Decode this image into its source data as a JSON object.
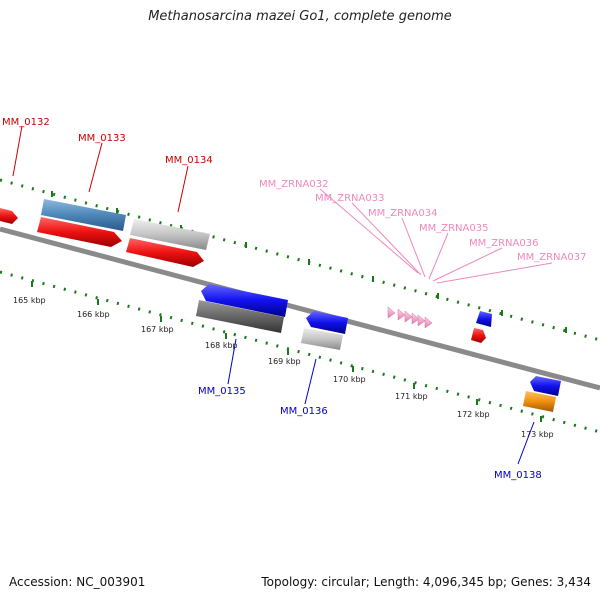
{
  "header": {
    "title": "Methanosarcina mazei Go1, complete genome"
  },
  "footer": {
    "accession": "Accession: NC_003901",
    "summary": "Topology: circular; Length: 4,096,345 bp; Genes: 3,434"
  },
  "colors": {
    "backbone": "#8a8a8a",
    "tick_green": "#1a7a1a",
    "label_red": "#cc0000",
    "label_blue": "#0000cc",
    "label_pink": "#ee88bb",
    "gene_red": "#ee1111",
    "gene_steelblue": "#4d86b8",
    "gene_silver": "#bdbdbd",
    "gene_blue": "#1111ee",
    "gene_darkgray": "#6a6a6a",
    "gene_orange": "#f09010",
    "rna_pink": "#f0a0c8"
  },
  "scale_labels": [
    "165 kbp",
    "166 kbp",
    "167 kbp",
    "168 kbp",
    "169 kbp",
    "170 kbp",
    "171 kbp",
    "172 kbp",
    "173 kbp"
  ],
  "gene_labels_top": [
    "MM_0132",
    "MM_0133",
    "MM_0134"
  ],
  "rna_labels": [
    "MM_ZRNA032",
    "MM_ZRNA033",
    "MM_ZRNA034",
    "MM_ZRNA035",
    "MM_ZRNA036",
    "MM_ZRNA037"
  ],
  "gene_labels_bottom": [
    "MM_0135",
    "MM_0136",
    "MM_0138"
  ]
}
